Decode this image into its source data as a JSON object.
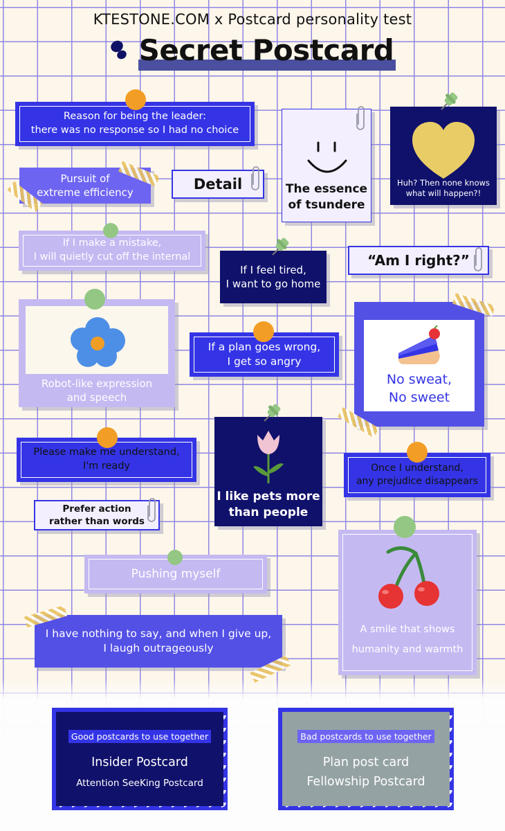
{
  "header": {
    "subtitle": "KTESTONE.COM x Postcard personality test",
    "title": "Secret Postcard"
  },
  "cards": {
    "leader": "Reason for being the leader:\nthere was no response so I had no choice",
    "efficiency": "Pursuit of\nextreme efficiency",
    "detail": "Detail",
    "tsundere": "The essence\nof tsundere",
    "huh": "Huh? Then none knows\nwhat will happen?!",
    "mistake": "If I make a mistake,\nI will quietly cut off the internal",
    "tired": "If I feel tired,\nI want to go home",
    "right": "“Am I right?”",
    "robot": "Robot-like expression\nand speech",
    "plan": "If a plan goes wrong,\nI get so angry",
    "sweat": "No sweat,\nNo sweet",
    "understand": "Please make me understand,\nI'm ready",
    "pets": "I like pets more\nthan people",
    "prejudice": "Once I understand,\nany prejudice disappears",
    "action": "Prefer action\nrather than words",
    "pushing": "Pushing myself",
    "nothing": "I have nothing to say, and when I give up,\nI laugh outrageously",
    "smile": "A smile that shows\nhumanity and warmth"
  },
  "good_stamp": {
    "label": "Good postcards to use together",
    "item1": "Insider Postcard",
    "item2": "Attention SeeKing Postcard"
  },
  "bad_stamp": {
    "label": "Bad postcards to use together",
    "item1": "Plan post card",
    "item2": "Fellowship Postcard"
  },
  "colors": {
    "royal_blue": "#3333e6",
    "navy": "#10116b",
    "lavender": "#c5b9f2",
    "periwinkle": "#6d64f2",
    "orange_pin": "#f29e26",
    "green_pin": "#93c783",
    "grey_stamp": "#95a2a4"
  }
}
